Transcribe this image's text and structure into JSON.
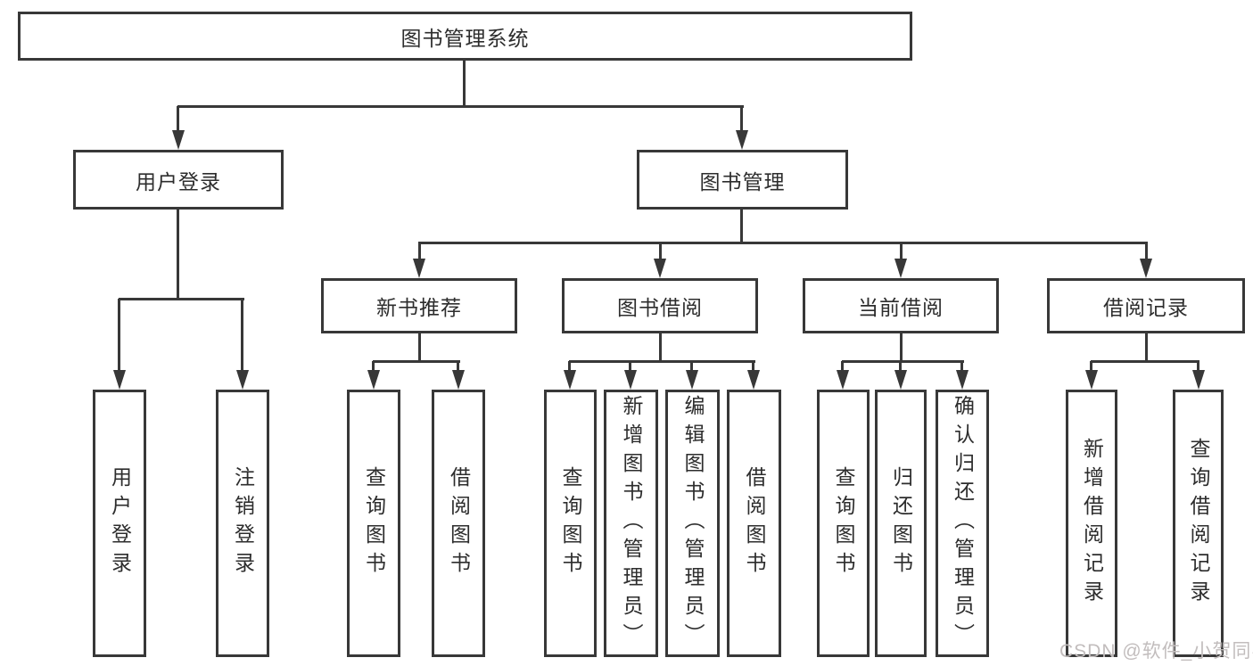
{
  "title": "图书管理系统",
  "tree": {
    "label": "图书管理系统",
    "children": [
      {
        "label": "用户登录",
        "children": [
          {
            "label": "用户登录"
          },
          {
            "label": "注销登录"
          }
        ]
      },
      {
        "label": "图书管理",
        "children": [
          {
            "label": "新书推荐",
            "children": [
              {
                "label": "查询图书"
              },
              {
                "label": "借阅图书"
              }
            ]
          },
          {
            "label": "图书借阅",
            "children": [
              {
                "label": "查询图书"
              },
              {
                "label": "新增图书（管理员）"
              },
              {
                "label": "编辑图书（管理员）"
              },
              {
                "label": "借阅图书"
              }
            ]
          },
          {
            "label": "当前借阅",
            "children": [
              {
                "label": "查询图书"
              },
              {
                "label": "归还图书"
              },
              {
                "label": "确认归还（管理员）"
              }
            ]
          },
          {
            "label": "借阅记录",
            "children": [
              {
                "label": "新增借阅记录"
              },
              {
                "label": "查询借阅记录"
              }
            ]
          }
        ]
      }
    ]
  },
  "watermark": {
    "text": "CSDN @软件_小贺同学"
  },
  "colors": {
    "line": "#383838",
    "box_border": "#383838",
    "box_background": "#ffffff",
    "text": "#2d2d2d",
    "watermark": "#c2bdbd",
    "background": "#ffffff"
  }
}
